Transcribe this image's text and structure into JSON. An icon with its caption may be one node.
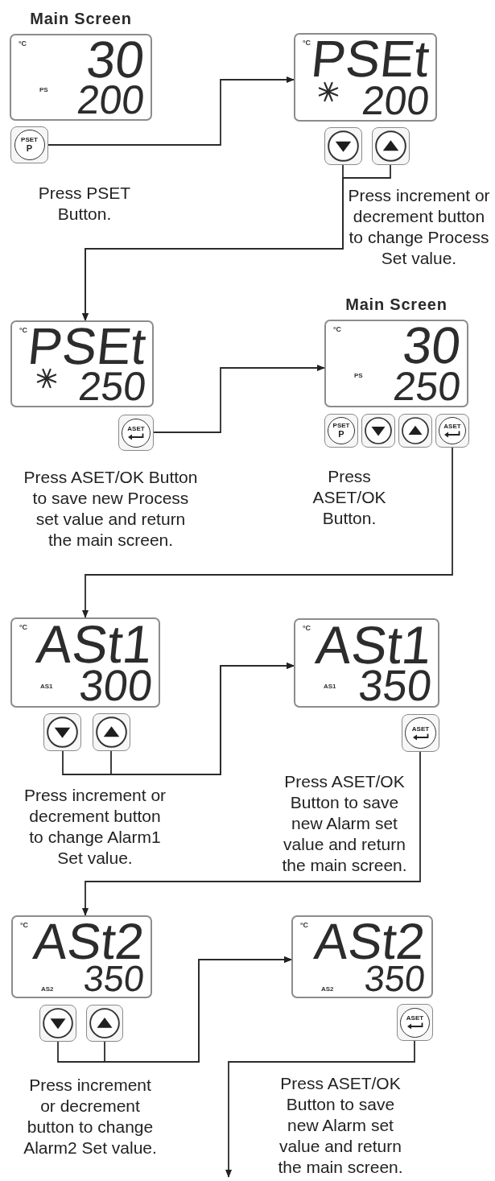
{
  "diagram": {
    "nodes": [
      {
        "text": [
          "Main Screen",
          "°C",
          "30",
          "PS",
          "200"
        ]
      },
      {
        "text": [
          "PSET",
          "P"
        ],
        "beside": [
          "Press PSET Button."
        ]
      },
      {
        "text": [
          "°C",
          "PSEt",
          "200"
        ]
      },
      {
        "text": [],
        "shape": "button"
      },
      {
        "text": [],
        "shape": "button",
        "beside": [
          "Press increment or decrement button to change Process Set value."
        ]
      },
      {
        "text": [
          "°C",
          "PSEt",
          "250"
        ]
      },
      {
        "text": [
          "ASET"
        ],
        "beside": [
          "Press ASET/OK Button to save new Process set value and return the main screen."
        ]
      },
      {
        "text": [
          "Main Screen",
          "°C",
          "30",
          "PS",
          "250"
        ]
      },
      {
        "text": [
          "PSET",
          "P"
        ],
        "beside": [
          "Press ASET/OK Button."
        ]
      },
      {
        "text": [],
        "shape": "button"
      },
      {
        "text": [],
        "shape": "button"
      },
      {
        "text": [
          "ASET"
        ]
      },
      {
        "text": [
          "°C",
          "ASt1",
          "AS1",
          "300"
        ]
      },
      {
        "text": [],
        "shape": "button"
      },
      {
        "text": [],
        "shape": "button",
        "beside": [
          "Press increment or decrement button to change Alarm1 Set value."
        ]
      },
      {
        "text": [
          "°C",
          "ASt1",
          "AS1",
          "350"
        ]
      },
      {
        "text": [
          "ASET"
        ],
        "beside": [
          "Press ASET/OK Button to save new Alarm set value and return the main screen."
        ]
      },
      {
        "text": [
          "°C",
          "ASt2",
          "AS2",
          "350"
        ]
      },
      {
        "text": [],
        "shape": "button"
      },
      {
        "text": [],
        "shape": "button",
        "beside": [
          "Press increment or decrement button to change Alarm2 Set value."
        ]
      },
      {
        "text": [
          "°C",
          "ASt2",
          "AS2",
          "350"
        ]
      },
      {
        "text": [
          "ASET"
        ],
        "beside": [
          "Press ASET/OK Button to save new Alarm set value and return the main screen."
        ]
      }
    ],
    "edges": [
      {
        "from": 1,
        "to": 2,
        "arrow": "to"
      },
      {
        "from": 3,
        "to": 5,
        "arrow": "to"
      },
      {
        "from": 4,
        "to": 5,
        "arrow": "to"
      },
      {
        "from": 6,
        "to": 7,
        "arrow": "to"
      },
      {
        "from": 11,
        "to": 12,
        "arrow": "to"
      },
      {
        "from": 13,
        "to": 15,
        "arrow": "to"
      },
      {
        "from": 14,
        "to": 15,
        "arrow": "to"
      },
      {
        "from": 16,
        "to": 17,
        "arrow": "to"
      },
      {
        "from": 18,
        "to": 20,
        "arrow": "to"
      },
      {
        "from": 19,
        "to": 20,
        "arrow": "to"
      },
      {
        "from": 21,
        "to": null,
        "arrow": "to"
      }
    ]
  }
}
